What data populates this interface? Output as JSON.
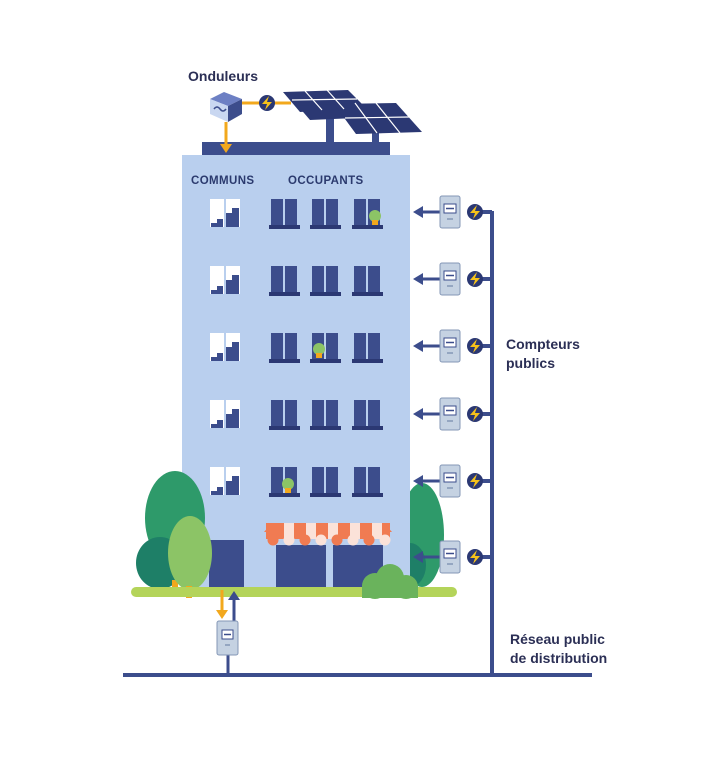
{
  "labels": {
    "inverters": "Onduleurs",
    "commons": "COMMUNS",
    "occupants": "OCCUPANTS",
    "public_meters_line1": "Compteurs",
    "public_meters_line2": "publics",
    "grid_line1": "Réseau public",
    "grid_line2": "de distribution"
  },
  "colors": {
    "building": "#b9cfee",
    "navy": "#3c4d8c",
    "energy": "#f2a81d",
    "solar_panel": "#2b3873",
    "tree_dark": "#2e9a6a",
    "tree_light": "#8cc466",
    "ground": "#b4d45a",
    "awning": "#f07b52",
    "meter": "#c5d2e2"
  },
  "icons": {
    "inverter": "inverter-box-icon",
    "bolt": "lightning-bolt-icon",
    "meter": "electric-meter-icon",
    "solar": "solar-panel-icon"
  },
  "floors": 5,
  "public_meter_count": 6
}
